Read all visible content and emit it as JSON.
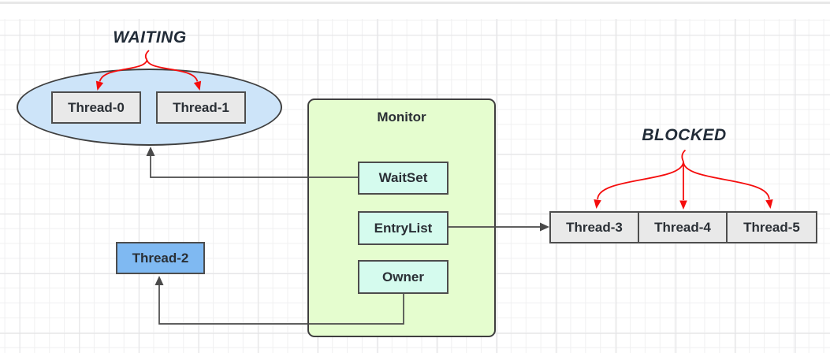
{
  "labels": {
    "waiting": "WAITING",
    "blocked": "BLOCKED"
  },
  "monitor": {
    "title": "Monitor",
    "slots": [
      "WaitSet",
      "EntryList",
      "Owner"
    ]
  },
  "nodes": {
    "thread0": "Thread-0",
    "thread1": "Thread-1",
    "thread2": "Thread-2",
    "thread3": "Thread-3",
    "thread4": "Thread-4",
    "thread5": "Thread-5"
  },
  "edges": [
    {
      "name": "waitset-to-waiting-group",
      "from": "WaitSet",
      "to": "waiting-ellipse",
      "style": "black-arrow"
    },
    {
      "name": "entrylist-to-blocked-group",
      "from": "EntryList",
      "to": "Thread-3",
      "style": "black-arrow"
    },
    {
      "name": "owner-to-thread2",
      "from": "Owner",
      "to": "Thread-2",
      "style": "black-arrow"
    },
    {
      "name": "waiting-label-to-threads",
      "from": "WAITING",
      "to": [
        "Thread-0",
        "Thread-1"
      ],
      "style": "red-arrow"
    },
    {
      "name": "blocked-label-to-threads",
      "from": "BLOCKED",
      "to": [
        "Thread-3",
        "Thread-4",
        "Thread-5"
      ],
      "style": "red-arrow"
    }
  ],
  "colors": {
    "ellipse_fill": "#cde4f9",
    "monitor_fill": "#e5fdcf",
    "slot_fill": "#d5fbee",
    "thread_fill": "#e9e9e9",
    "thread2_fill": "#7fb9f2",
    "shape_border": "#3f3f3f",
    "box_border": "#4d4d4d",
    "text": "#2a2f35",
    "title_text": "#222c38",
    "edge_red": "#f50d0d",
    "edge_black": "#4a4a4a",
    "grid_minor": "#f0f0f1",
    "grid_major": "#e4e4e6",
    "top_strip": "#e8e8e8"
  }
}
